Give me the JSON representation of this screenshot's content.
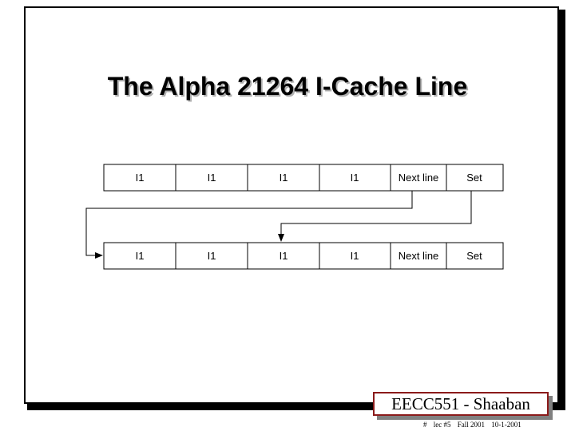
{
  "title": "The Alpha 21264 I-Cache Line",
  "diagram": {
    "top_row": [
      "I1",
      "I1",
      "I1",
      "I1",
      "Next line",
      "Set"
    ],
    "bottom_row": [
      "I1",
      "I1",
      "I1",
      "I1",
      "Next line",
      "Set"
    ],
    "colors": {
      "stroke": "#000000",
      "footer_border": "#8b1a1a"
    }
  },
  "footer": {
    "label": "EECC551 - Shaaban",
    "meta": [
      "#",
      "lec #5",
      "Fall 2001",
      "10-1-2001"
    ]
  }
}
